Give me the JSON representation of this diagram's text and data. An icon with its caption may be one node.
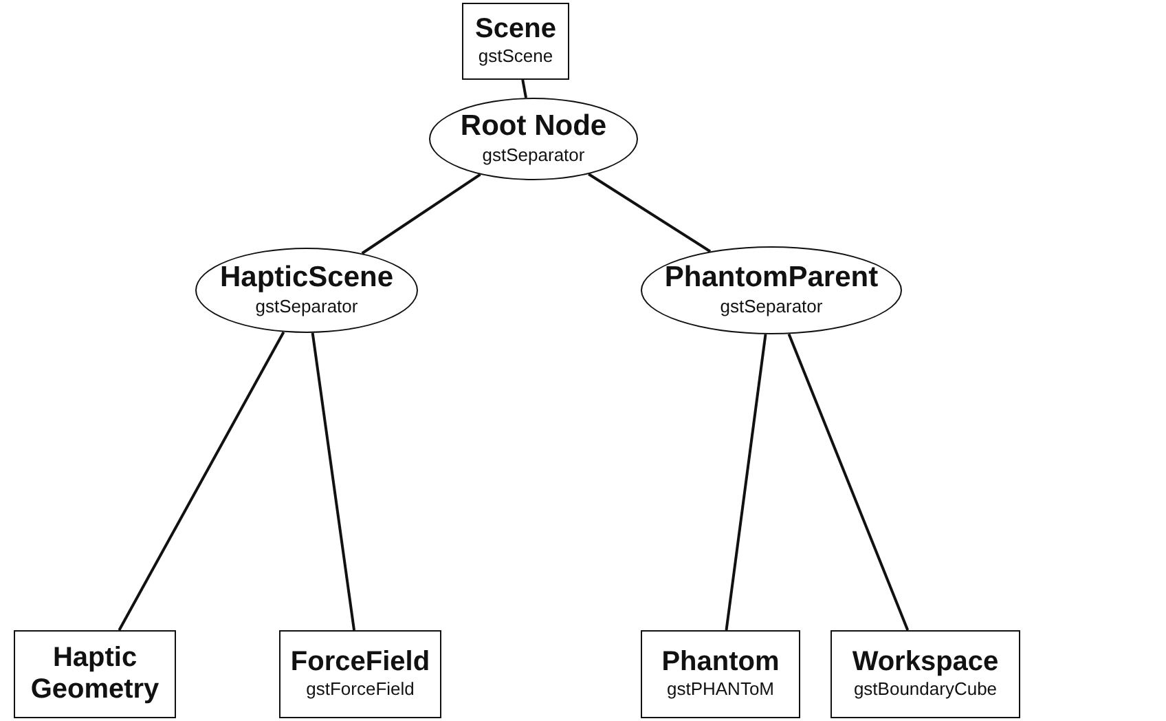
{
  "diagram": {
    "nodes": [
      {
        "text": [
          "Scene",
          "gstScene"
        ]
      },
      {
        "text": [
          "Root Node",
          "gstSeparator"
        ]
      },
      {
        "text": [
          "HapticScene",
          "gstSeparator"
        ]
      },
      {
        "text": [
          "PhantomParent",
          "gstSeparator"
        ]
      },
      {
        "text": [
          "Haptic Geometry"
        ]
      },
      {
        "text": [
          "ForceField",
          "gstForceField"
        ]
      },
      {
        "text": [
          "Phantom",
          "gstPHANToM"
        ]
      },
      {
        "text": [
          "Workspace",
          "gstBoundaryCube"
        ]
      }
    ],
    "edges": [
      {
        "from": 0,
        "to": 1,
        "arrow": "none"
      },
      {
        "from": 1,
        "to": 2,
        "arrow": "none"
      },
      {
        "from": 1,
        "to": 3,
        "arrow": "none"
      },
      {
        "from": 2,
        "to": 4,
        "arrow": "none"
      },
      {
        "from": 2,
        "to": 5,
        "arrow": "none"
      },
      {
        "from": 3,
        "to": 6,
        "arrow": "none"
      },
      {
        "from": 3,
        "to": 7,
        "arrow": "none"
      }
    ]
  }
}
